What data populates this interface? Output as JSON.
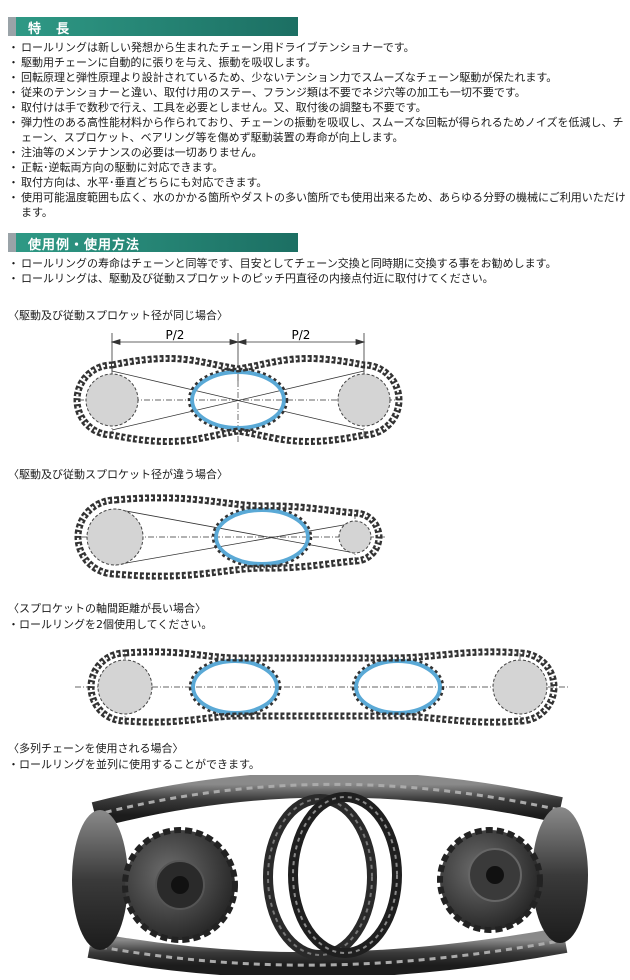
{
  "features": {
    "heading": "特　長",
    "items": [
      "ロールリングは新しい発想から生まれたチェーン用ドライブテンショナーです。",
      "駆動用チェーンに自動的に張りを与え、振動を吸収します。",
      "回転原理と弾性原理より設計されているため、少ないテンション力でスムーズなチェーン駆動が保たれます。",
      "従来のテンショナーと違い、取付け用のステー、フランジ類は不要でネジ穴等の加工も一切不要です。",
      "取付けは手で数秒で行え、工具を必要としません。又、取付後の調整も不要です。",
      "弾力性のある高性能材料から作られており、チェーンの振動を吸収し、スムーズな回転が得られるためノイズを低減し、チェーン、スプロケット、ベアリング等を傷めず駆動装置の寿命が向上します。",
      "注油等のメンテナンスの必要は一切ありません。",
      "正転･逆転両方向の駆動に対応できます。",
      "取付方向は、水平･垂直どちらにも対応できます。",
      "使用可能温度範囲も広く、水のかかる箇所やダストの多い箇所でも使用出来るため、あらゆる分野の機械にご利用いただけます。"
    ]
  },
  "usage": {
    "heading": "使用例・使用方法",
    "items": [
      "ロールリングの寿命はチェーンと同等です、目安としてチェーン交換と同時期に交換する事をお勧めします。",
      "ロールリングは、駆動及び従動スプロケットのピッチ円直径の内接点付近に取付けてください。"
    ]
  },
  "cases": {
    "same": {
      "title": "〈駆動及び従動スプロケット径が同じ場合〉",
      "dim_left": "P/2",
      "dim_right": "P/2"
    },
    "different": {
      "title": "〈駆動及び従動スプロケット径が違う場合〉"
    },
    "long": {
      "title": "〈スプロケットの軸間距離が長い場合〉",
      "note": "ロールリングを2個使用してください。"
    },
    "multi": {
      "title": "〈多列チェーンを使用される場合〉",
      "note": "ロールリングを並列に使用することができます。"
    }
  },
  "bullet": "・",
  "colors": {
    "heading_bg": "#1f7a6c",
    "ring_blue": "#5aa9d6",
    "sprocket_gray": "#d4d4d4"
  }
}
